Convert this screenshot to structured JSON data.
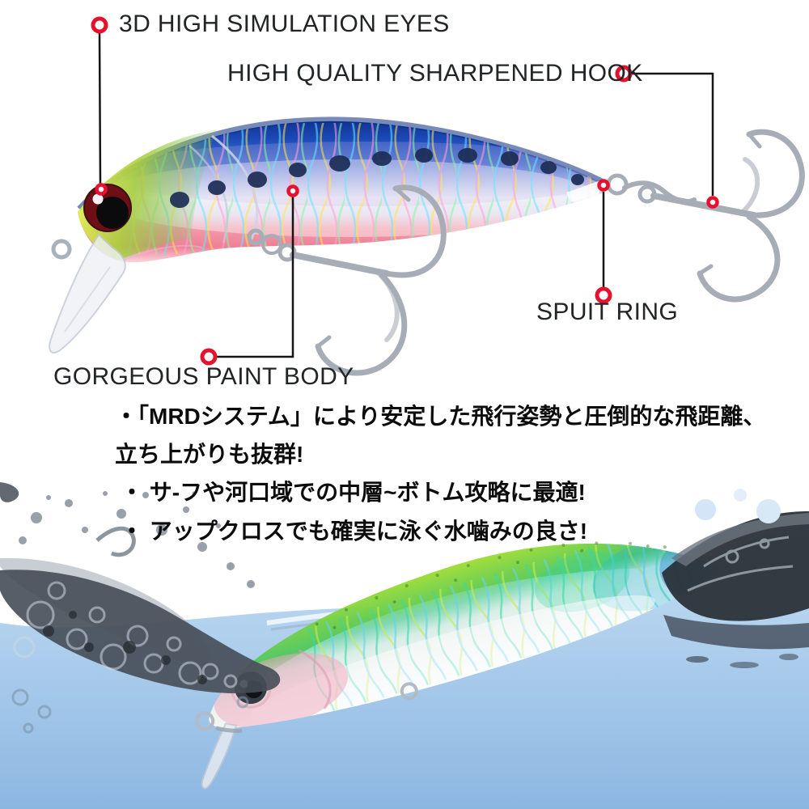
{
  "callouts": {
    "eyes": {
      "label": "3D HIGH SIMULATION EYES"
    },
    "hook": {
      "label": "HIGH QUALITY SHARPENED HOOK"
    },
    "spuit_ring": {
      "label": "SPUIT RING"
    },
    "paint_body": {
      "label": "GORGEOUS PAINT BODY"
    }
  },
  "description": {
    "bullets": [
      {
        "text": "・「MRDシステム」により安定した飛行姿勢と圧倒的な飛距離、"
      },
      {
        "text": "立ち上がりも抜群!"
      },
      {
        "text": "・ サ-フや河口域での中層~ボトム攻略に最適!"
      },
      {
        "text": "・ アップクロスでも確実に泳ぐ水噛みの良さ!"
      }
    ]
  },
  "colors": {
    "accent_red": "#e8112d",
    "callout_line": "#151515",
    "label_text": "#222426",
    "water_blue": "#a9cdeb",
    "lure_back_blue": "#1c4ab8",
    "lure_pink_band": "#f0849a",
    "lure_head_chartreuse": "#b8d43a",
    "bottom_lure_green": "#8fd53c",
    "splash_dark_gray": "#454d57"
  },
  "illustrations": {
    "top_lure_alt": "sardine-pattern minnow fishing lure with two treble hooks",
    "bottom_scene_alt": "chartreuse lure diving under water with splash"
  }
}
